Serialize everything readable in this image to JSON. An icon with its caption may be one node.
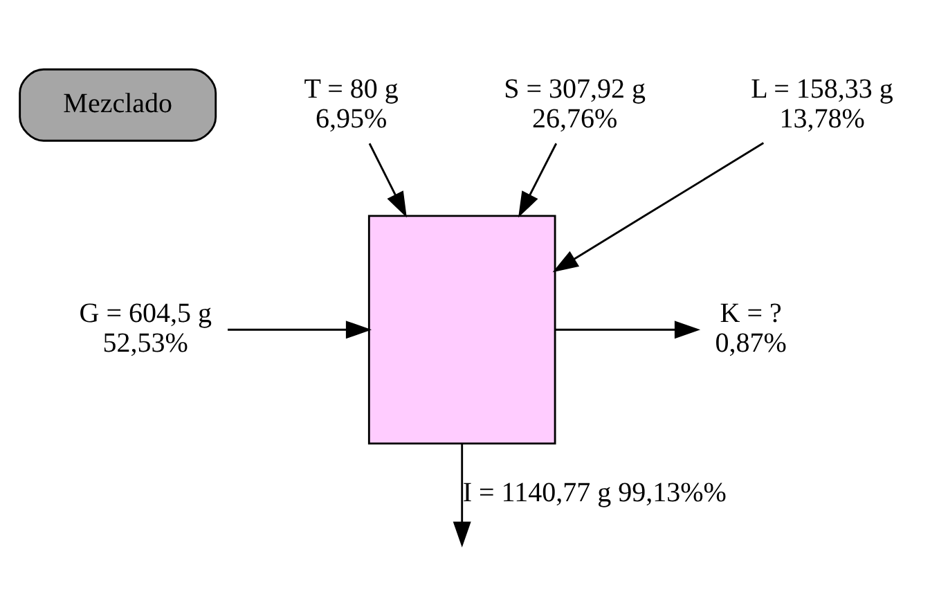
{
  "diagram": {
    "nodes": [
      {
        "text": [
          "Mezclado"
        ]
      },
      {
        "text": [
          "T = 80 g",
          "6,95%"
        ]
      },
      {
        "text": [
          "S = 307,92 g",
          "26,76%"
        ]
      },
      {
        "text": [],
        "shape": "tank"
      },
      {
        "text": [
          "L = 158,33 g",
          "13,78%"
        ]
      },
      {
        "text": [
          "G = 604,5 g",
          "52,53%"
        ]
      },
      {
        "text": [
          "K = ?",
          "0,87%"
        ]
      }
    ],
    "edges": [
      {
        "from": 1,
        "to": 3,
        "arrow": "to"
      },
      {
        "from": 2,
        "to": 3,
        "arrow": "to"
      },
      {
        "from": 4,
        "to": 3,
        "arrow": "to"
      },
      {
        "from": 5,
        "to": 3,
        "arrow": "to"
      },
      {
        "from": 3,
        "to": 6,
        "arrow": "to"
      },
      {
        "from": 3,
        "to": null,
        "arrow": "to",
        "label": "I = 1140,77 g 99,13%%"
      }
    ]
  }
}
